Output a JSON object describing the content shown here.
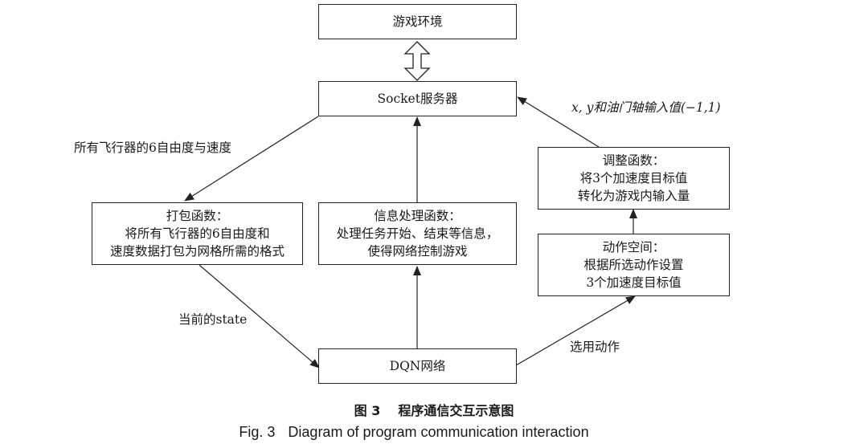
{
  "nodes": {
    "game_env": {
      "lines": [
        "游戏环境"
      ]
    },
    "socket_server": {
      "lines": [
        "Socket服务器"
      ]
    },
    "pack_fn": {
      "lines": [
        "打包函数：",
        "将所有飞行器的6自由度和",
        "速度数据打包为网格所需的格式"
      ]
    },
    "info_fn": {
      "lines": [
        "信息处理函数：",
        "处理任务开始、结束等信息，",
        "使得网络控制游戏"
      ]
    },
    "adjust_fn": {
      "lines": [
        "调整函数：",
        "将3个加速度目标值",
        "转化为游戏内输入量"
      ]
    },
    "action_space": {
      "lines": [
        "动作空间：",
        "根据所选动作设置",
        "3个加速度目标值"
      ]
    },
    "dqn": {
      "lines": [
        "DQN网络"
      ]
    }
  },
  "edge_labels": {
    "socket_to_pack": "所有飞行器的6自由度与速度",
    "pack_to_dqn": "当前的state",
    "adjust_to_socket": "x, y和油门轴输入值(−1,1)",
    "dqn_to_action": "选用动作"
  },
  "caption": {
    "zh_fig": "图 3",
    "zh_title": "程序通信交互示意图",
    "en_fig": "Fig. 3",
    "en_title": "Diagram of program communication interaction"
  }
}
